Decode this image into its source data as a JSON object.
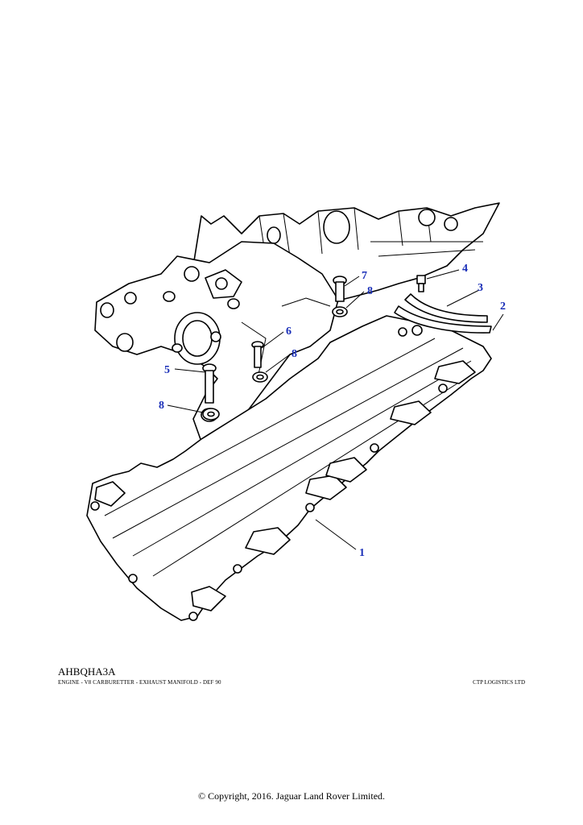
{
  "diagram": {
    "callouts": [
      {
        "label": "1"
      },
      {
        "label": "2"
      },
      {
        "label": "3"
      },
      {
        "label": "4"
      },
      {
        "label": "5"
      },
      {
        "label": "6"
      },
      {
        "label": "7"
      },
      {
        "label": "8"
      },
      {
        "label": "8"
      },
      {
        "label": "8"
      }
    ],
    "colors": {
      "callout": "#1a2fb8",
      "line": "#000000"
    }
  },
  "footer": {
    "ref_code": "AHBQHA3A",
    "caption": "ENGINE - V8 CARBURETTER - EXHAUST MANIFOLD - DEF 90",
    "supplier": "CTP LOGISTICS LTD",
    "copyright": "© Copyright, 2016. Jaguar Land Rover Limited."
  }
}
